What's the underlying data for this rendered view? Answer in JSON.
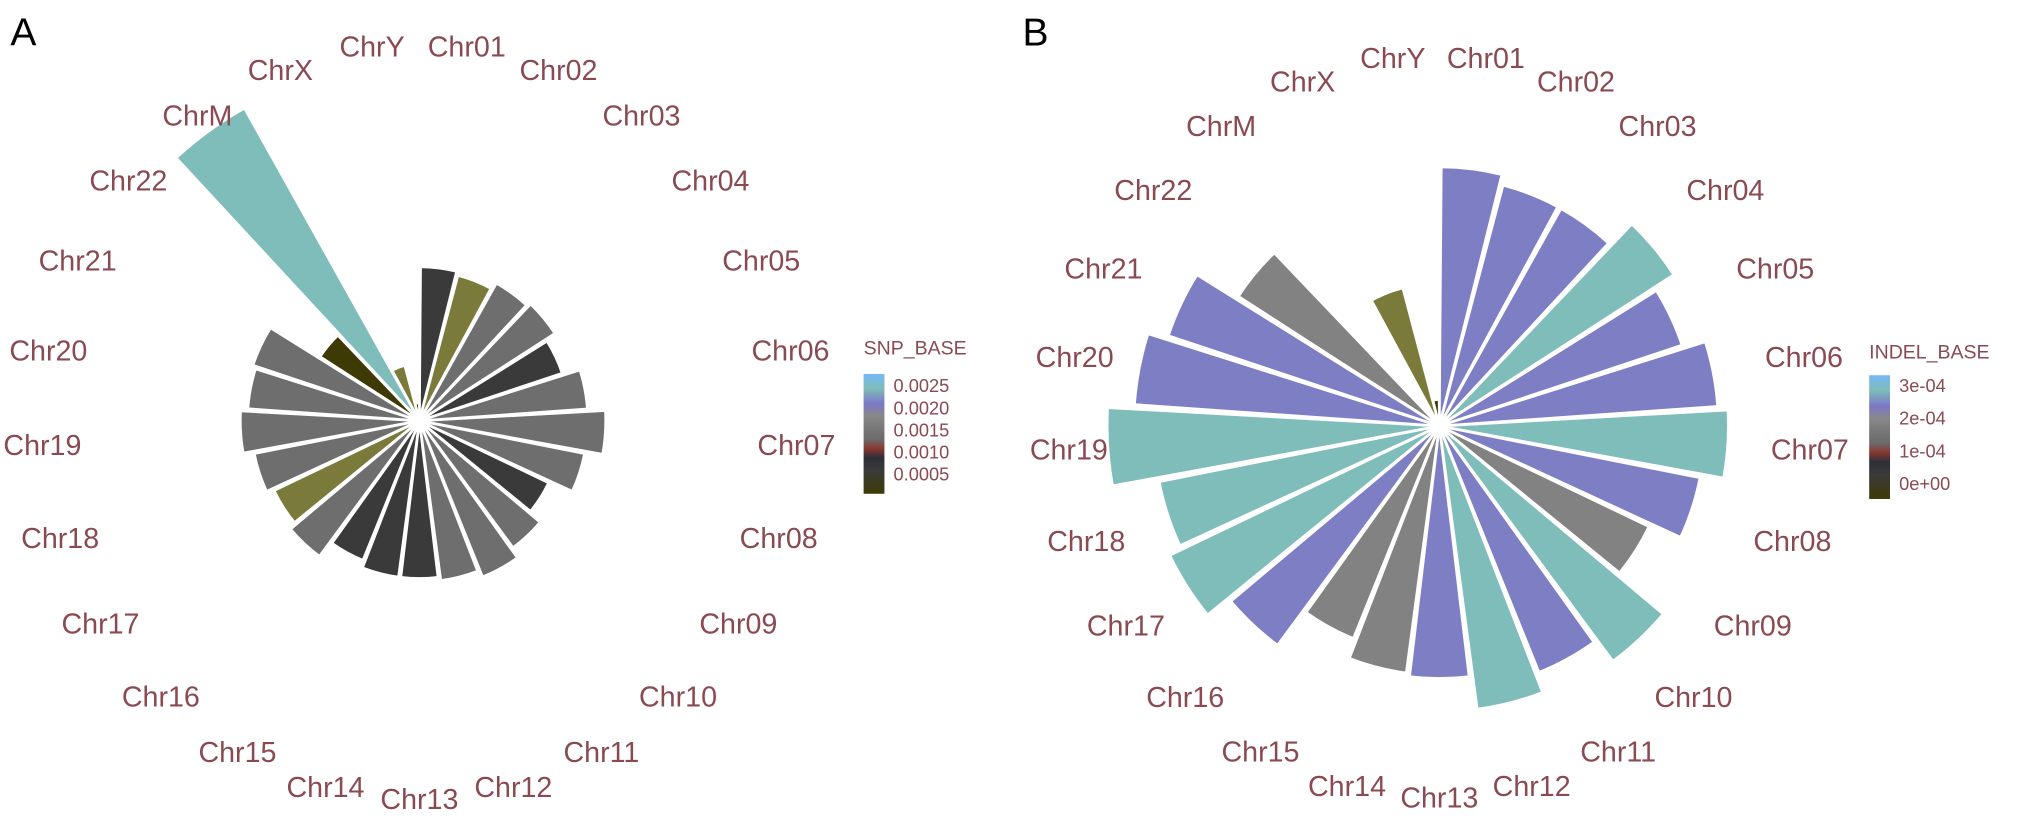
{
  "chart_data": [
    {
      "type": "bar",
      "polar": true,
      "panel_label": "A",
      "legend_title": "SNP_BASE",
      "legend_ticks": [
        "0.0025",
        "0.0020",
        "0.0015",
        "0.0010",
        "0.0005"
      ],
      "legend_placement": "right",
      "fill_range": [
        0.0004,
        0.0028
      ],
      "categories": [
        "Chr01",
        "Chr02",
        "Chr03",
        "Chr04",
        "Chr05",
        "Chr06",
        "Chr07",
        "Chr08",
        "Chr09",
        "Chr10",
        "Chr11",
        "Chr12",
        "Chr13",
        "Chr14",
        "Chr15",
        "Chr16",
        "Chr17",
        "Chr18",
        "Chr19",
        "Chr20",
        "Chr21",
        "Chr22",
        "ChrM",
        "ChrX",
        "ChrY"
      ],
      "bar_length_relative": [
        0.43,
        0.42,
        0.44,
        0.45,
        0.42,
        0.47,
        0.52,
        0.47,
        0.4,
        0.44,
        0.47,
        0.45,
        0.44,
        0.44,
        0.42,
        0.47,
        0.45,
        0.47,
        0.5,
        0.48,
        0.49,
        0.33,
        1.0,
        0.16,
        0.05
      ],
      "fill_values": [
        0.0011,
        0.0005,
        0.0015,
        0.0015,
        0.0011,
        0.0015,
        0.0015,
        0.0015,
        0.0011,
        0.0015,
        0.0015,
        0.0015,
        0.0011,
        0.0011,
        0.0011,
        0.0015,
        0.0005,
        0.0015,
        0.0015,
        0.0015,
        0.0015,
        0.0008,
        0.0027,
        0.0005,
        0.0007
      ],
      "grid": false
    },
    {
      "type": "bar",
      "polar": true,
      "panel_label": "B",
      "legend_title": "INDEL_BASE",
      "legend_ticks": [
        "3e-04",
        "2e-04",
        "1e-04",
        "0e+00"
      ],
      "legend_placement": "right",
      "fill_range": [
        0.0,
        0.00034
      ],
      "categories": [
        "Chr01",
        "Chr02",
        "Chr03",
        "Chr04",
        "Chr05",
        "Chr06",
        "Chr07",
        "Chr08",
        "Chr09",
        "Chr10",
        "Chr11",
        "Chr12",
        "Chr13",
        "Chr14",
        "Chr15",
        "Chr16",
        "Chr17",
        "Chr18",
        "Chr19",
        "Chr20",
        "Chr21",
        "Chr22",
        "ChrM",
        "ChrX",
        "ChrY"
      ],
      "bar_length_relative": [
        0.78,
        0.75,
        0.75,
        0.84,
        0.77,
        0.84,
        0.87,
        0.8,
        0.7,
        0.88,
        0.8,
        0.86,
        0.76,
        0.75,
        0.69,
        0.82,
        0.9,
        0.86,
        1.0,
        0.92,
        0.86,
        0.72,
        0.0,
        0.43,
        0.08
      ],
      "fill_values": [
        0.00028,
        0.00028,
        0.00028,
        0.00032,
        0.00027,
        0.00028,
        0.00032,
        0.00028,
        0.00021,
        0.00032,
        0.00028,
        0.00032,
        0.00028,
        0.00021,
        0.00021,
        0.00028,
        0.00032,
        0.00032,
        0.00032,
        0.00028,
        0.00028,
        0.00021,
        0.0,
        3e-05,
        6e-05
      ],
      "grid": false
    }
  ]
}
